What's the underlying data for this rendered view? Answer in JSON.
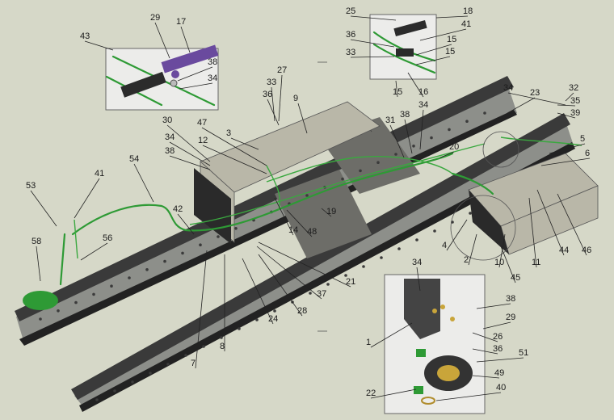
{
  "labels": [
    "1",
    "2",
    "3",
    "4",
    "5",
    "6",
    "7",
    "8",
    "9",
    "10",
    "11",
    "12",
    "14",
    "15",
    "15",
    "15",
    "16",
    "17",
    "18",
    "19",
    "20",
    "21",
    "22",
    "23",
    "24",
    "25",
    "26",
    "27",
    "28",
    "29",
    "29",
    "30",
    "31",
    "32",
    "33",
    "33",
    "34",
    "34",
    "34",
    "34",
    "34",
    "35",
    "36",
    "36",
    "36",
    "37",
    "38",
    "38",
    "38",
    "38",
    "39",
    "40",
    "41",
    "41",
    "42",
    "43",
    "44",
    "45",
    "46",
    "47",
    "48",
    "49",
    "51",
    "53",
    "54",
    "56",
    "58"
  ],
  "colors": {
    "pipe": "#2e9a35",
    "frame": "#3a3a3a",
    "tank": "#b9b7a8",
    "background": "#d6d8c8"
  }
}
